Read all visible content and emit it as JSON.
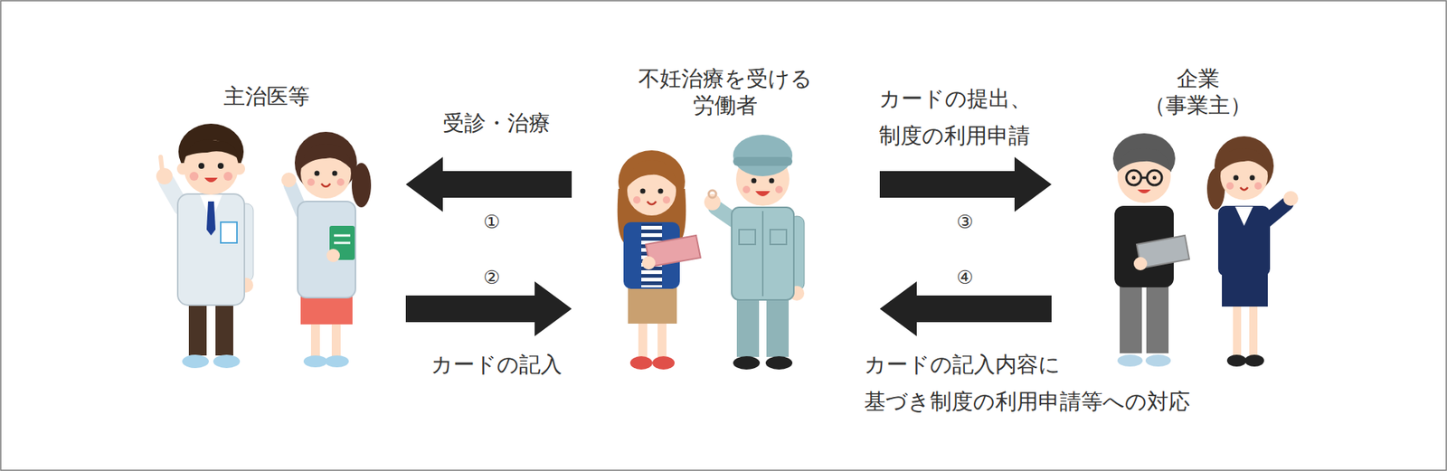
{
  "diagram": {
    "nodes": [
      {
        "text": [
          "主治医等"
        ]
      },
      {
        "text": [
          "不妊治療を受ける 労働者"
        ]
      },
      {
        "text": [
          "企業 （事業主）"
        ]
      }
    ],
    "edges": [
      {
        "from": 1,
        "to": 0,
        "arrow": "to",
        "label": "受診・治療"
      },
      {
        "from": 0,
        "to": 1,
        "arrow": "to",
        "label": "カードの記入"
      },
      {
        "from": 1,
        "to": 2,
        "arrow": "to",
        "label": "カードの提出、 制度の利用申請"
      },
      {
        "from": 2,
        "to": 1,
        "arrow": "to",
        "label": "カードの記入内容に 基づき制度の利用申請等への対応"
      }
    ],
    "labels": [
      "①",
      "②",
      "③",
      "④"
    ]
  }
}
